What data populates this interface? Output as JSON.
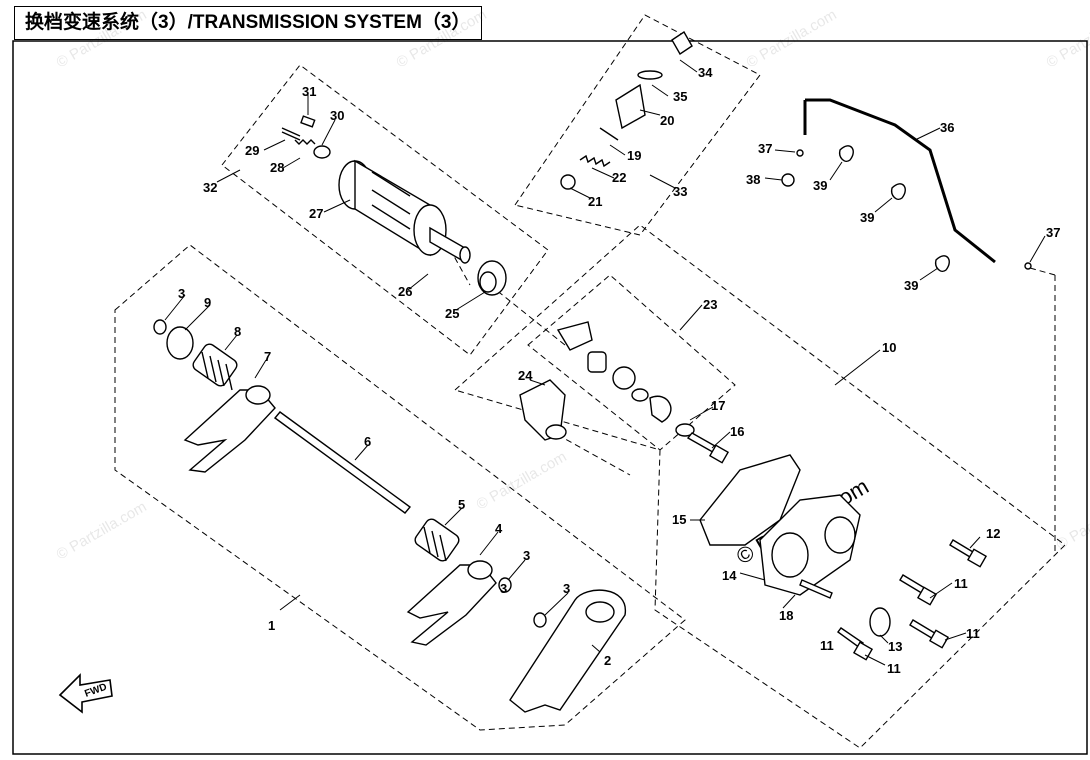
{
  "title": "换档变速系统（3）/TRANSMISSION SYSTEM（3）",
  "watermark": "© Partzilla.com",
  "watermark_main": "© Partzilla.com",
  "fwd_label": "FWD",
  "callouts": [
    "1",
    "2",
    "3",
    "3",
    "3",
    "3",
    "4",
    "5",
    "6",
    "7",
    "8",
    "9",
    "10",
    "11",
    "11",
    "11",
    "11",
    "12",
    "13",
    "14",
    "15",
    "16",
    "17",
    "18",
    "19",
    "20",
    "21",
    "22",
    "23",
    "24",
    "25",
    "26",
    "27",
    "28",
    "29",
    "30",
    "31",
    "32",
    "33",
    "34",
    "35",
    "36",
    "37",
    "37",
    "38",
    "39",
    "39",
    "39"
  ]
}
